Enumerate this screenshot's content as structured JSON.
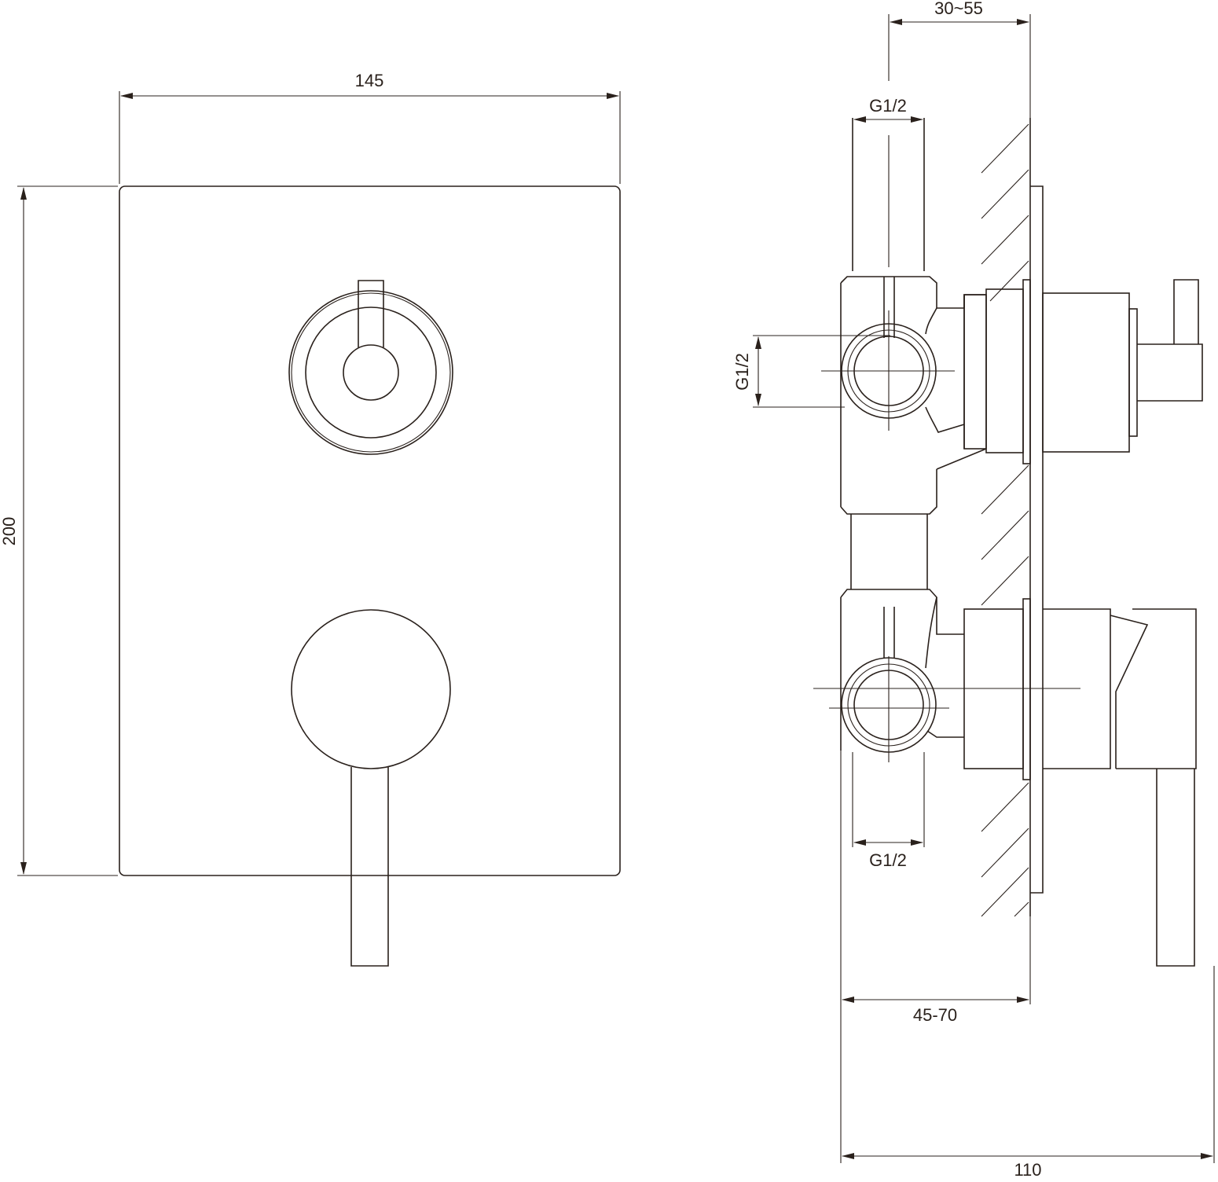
{
  "dimensions": {
    "front_width": "145",
    "front_height": "200",
    "wall_depth_range": "30~55",
    "top_inlet_thread": "G1/2",
    "side_inlet_thread": "G1/2",
    "bottom_outlet_thread": "G1/2",
    "body_depth_range": "45-70",
    "total_depth": "110"
  },
  "colors": {
    "line": "#2a211c",
    "background": "#ffffff"
  }
}
